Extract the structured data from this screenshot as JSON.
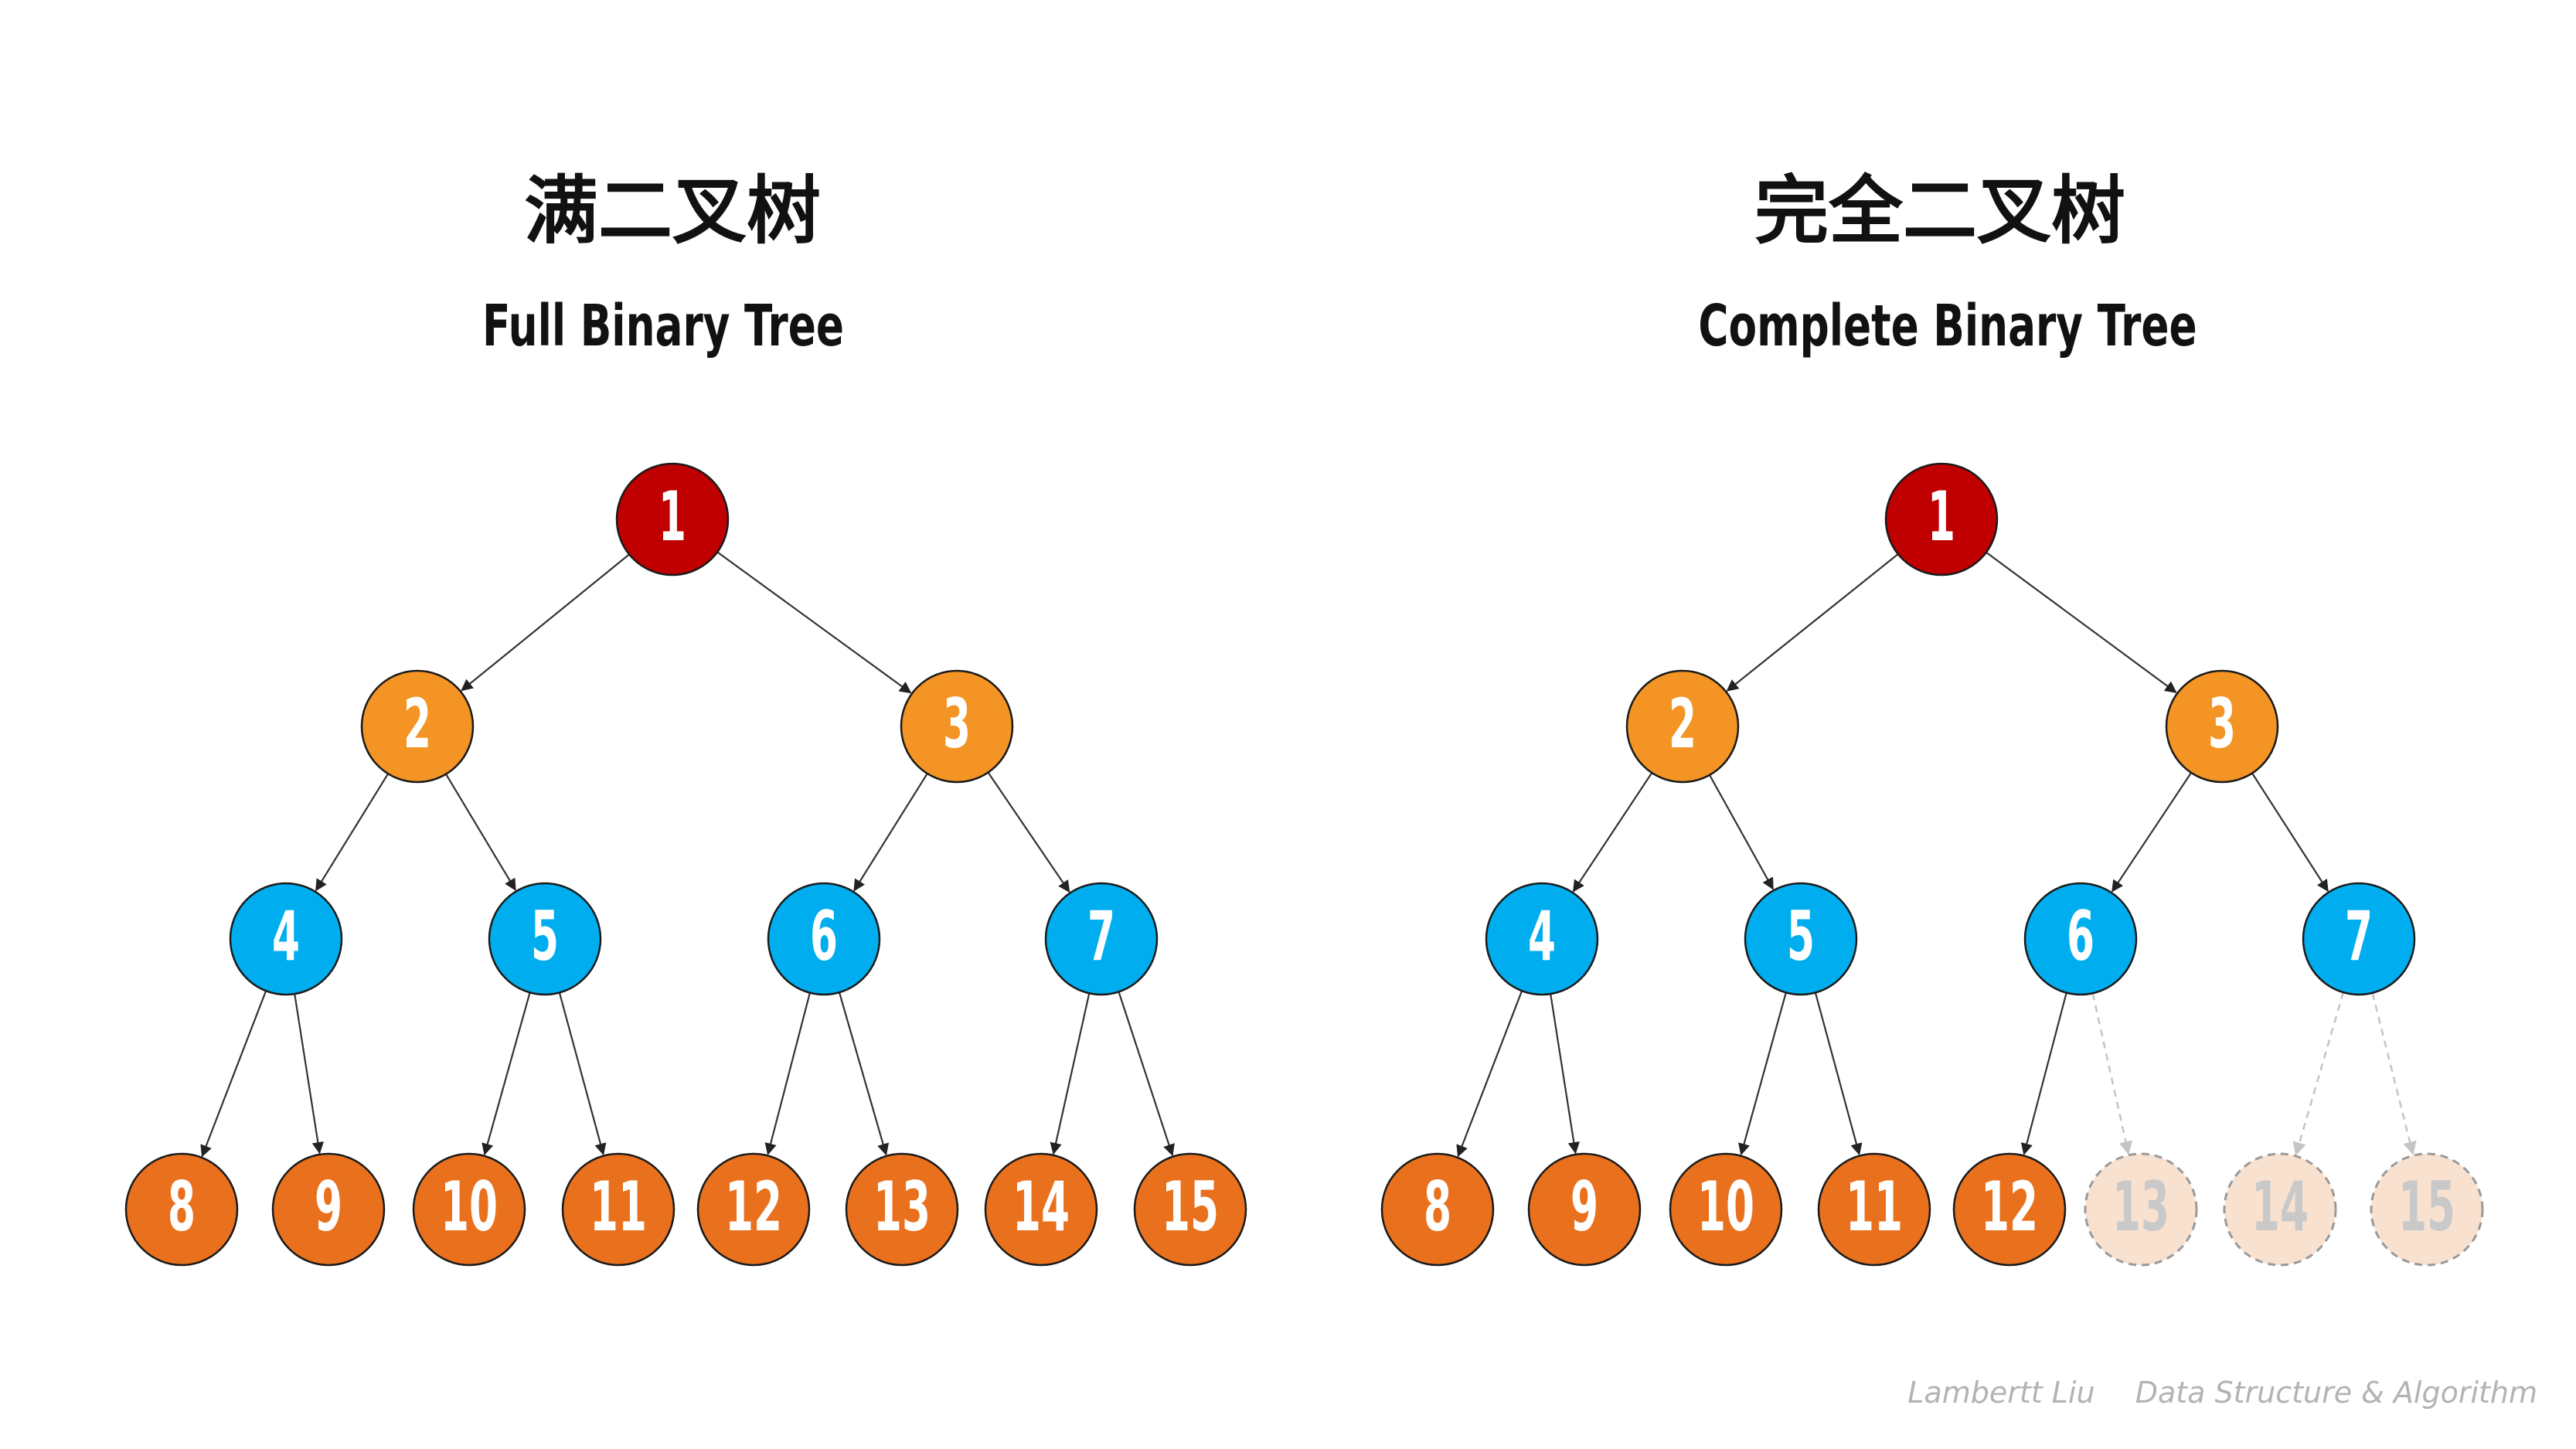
{
  "full_tree": {
    "title_cn": "满二叉树",
    "title_en": "Full Binary Tree",
    "nodes": [
      {
        "id": 1,
        "label": "1",
        "level": 0,
        "state": "present"
      },
      {
        "id": 2,
        "label": "2",
        "level": 1,
        "state": "present"
      },
      {
        "id": 3,
        "label": "3",
        "level": 1,
        "state": "present"
      },
      {
        "id": 4,
        "label": "4",
        "level": 2,
        "state": "present"
      },
      {
        "id": 5,
        "label": "5",
        "level": 2,
        "state": "present"
      },
      {
        "id": 6,
        "label": "6",
        "level": 2,
        "state": "present"
      },
      {
        "id": 7,
        "label": "7",
        "level": 2,
        "state": "present"
      },
      {
        "id": 8,
        "label": "8",
        "level": 3,
        "state": "present"
      },
      {
        "id": 9,
        "label": "9",
        "level": 3,
        "state": "present"
      },
      {
        "id": 10,
        "label": "10",
        "level": 3,
        "state": "present"
      },
      {
        "id": 11,
        "label": "11",
        "level": 3,
        "state": "present"
      },
      {
        "id": 12,
        "label": "12",
        "level": 3,
        "state": "present"
      },
      {
        "id": 13,
        "label": "13",
        "level": 3,
        "state": "present"
      },
      {
        "id": 14,
        "label": "14",
        "level": 3,
        "state": "present"
      },
      {
        "id": 15,
        "label": "15",
        "level": 3,
        "state": "present"
      }
    ]
  },
  "complete_tree": {
    "title_cn": "完全二叉树",
    "title_en": "Complete Binary Tree",
    "nodes": [
      {
        "id": 1,
        "label": "1",
        "level": 0,
        "state": "present"
      },
      {
        "id": 2,
        "label": "2",
        "level": 1,
        "state": "present"
      },
      {
        "id": 3,
        "label": "3",
        "level": 1,
        "state": "present"
      },
      {
        "id": 4,
        "label": "4",
        "level": 2,
        "state": "present"
      },
      {
        "id": 5,
        "label": "5",
        "level": 2,
        "state": "present"
      },
      {
        "id": 6,
        "label": "6",
        "level": 2,
        "state": "present"
      },
      {
        "id": 7,
        "label": "7",
        "level": 2,
        "state": "present"
      },
      {
        "id": 8,
        "label": "8",
        "level": 3,
        "state": "present"
      },
      {
        "id": 9,
        "label": "9",
        "level": 3,
        "state": "present"
      },
      {
        "id": 10,
        "label": "10",
        "level": 3,
        "state": "present"
      },
      {
        "id": 11,
        "label": "11",
        "level": 3,
        "state": "present"
      },
      {
        "id": 12,
        "label": "12",
        "level": 3,
        "state": "present"
      },
      {
        "id": 13,
        "label": "13",
        "level": 3,
        "state": "missing"
      },
      {
        "id": 14,
        "label": "14",
        "level": 3,
        "state": "missing"
      },
      {
        "id": 15,
        "label": "15",
        "level": 3,
        "state": "missing"
      }
    ]
  },
  "level_colors": [
    "#c00000",
    "#f39425",
    "#00aeef",
    "#e9711e"
  ],
  "missing_color": "#f9e1d0",
  "credit": {
    "author": "Lambertt Liu",
    "course": "Data Structure & Algorithm"
  }
}
